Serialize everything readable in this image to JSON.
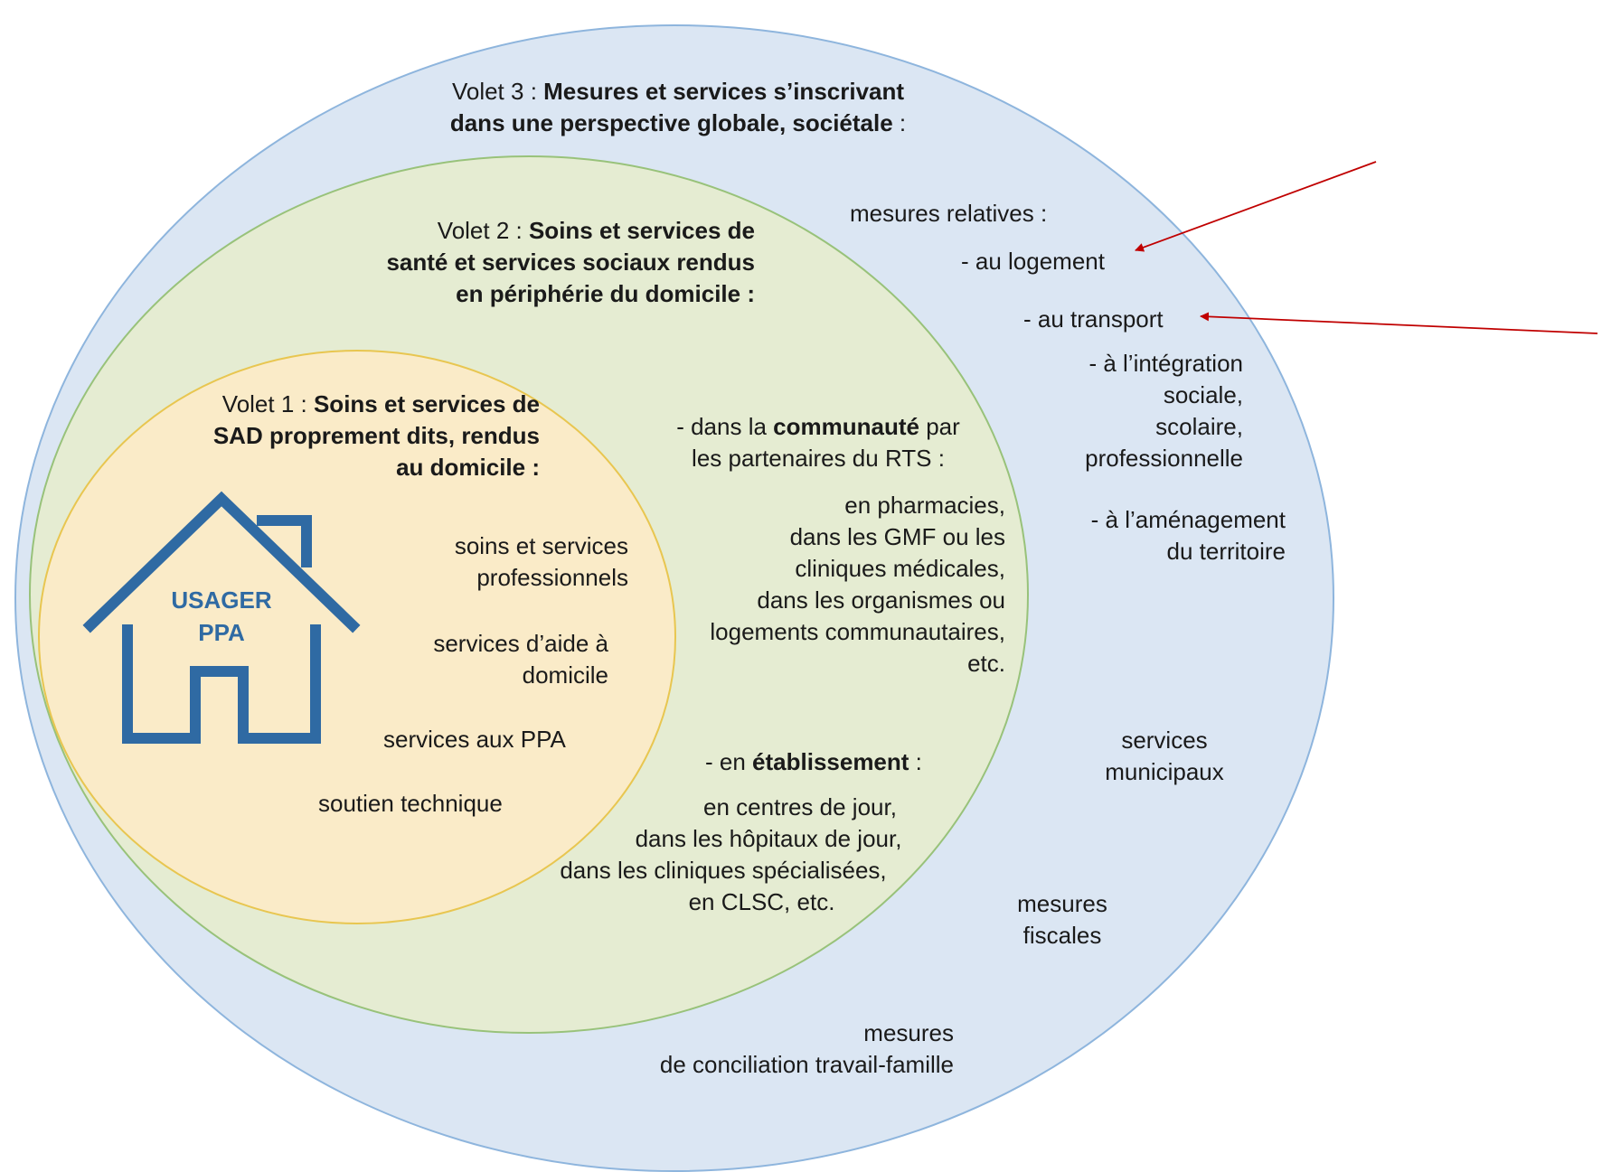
{
  "colors": {
    "outer_fill": "#dbe6f3",
    "outer_stroke": "#8eb5dd",
    "middle_fill": "#e5ecd2",
    "middle_stroke": "#98c27a",
    "inner_fill": "#faebc8",
    "inner_stroke": "#e8c650",
    "house": "#2f6aa3",
    "arrow": "#c00000"
  },
  "icons": {
    "house": "house-icon",
    "arrow": "arrow-icon"
  },
  "volet3": {
    "title_prefix": "Volet 3 : ",
    "title_bold": "Mesures et services s’inscrivant dans une perspective globale, sociétale",
    "title_suffix": " :",
    "line1_plain": "Volet 3 : ",
    "line1_bold": "Mesures et services s’inscrivant",
    "line2_bold": "dans une perspective globale, sociétale",
    "line2_plain": " :",
    "mesures_relatives": "mesures relatives :",
    "logement": "- au logement",
    "transport": "- au transport",
    "integration": [
      "- à l’intégration",
      "sociale,",
      "scolaire,",
      "professionnelle"
    ],
    "amenagement": [
      "- à l’aménagement",
      "du territoire"
    ],
    "services_municipaux": [
      "services",
      "municipaux"
    ],
    "mesures_fiscales": [
      "mesures",
      "fiscales"
    ],
    "conciliation": [
      "mesures",
      "de conciliation travail-famille"
    ]
  },
  "volet2": {
    "line1_plain": "Volet 2 : ",
    "line1_bold": "Soins et services de",
    "line2_bold": "santé et services sociaux rendus",
    "line3_bold": "en périphérie du domicile :",
    "communaute_prefix": "- dans la ",
    "communaute_bold": "communauté",
    "communaute_suffix": " par",
    "communaute_line2": "les partenaires du RTS :",
    "communaute_items": [
      "en pharmacies,",
      "dans les GMF ou les",
      "cliniques médicales,",
      "dans les organismes ou",
      "logements communautaires,",
      "etc."
    ],
    "etablissement_prefix": "- en ",
    "etablissement_bold": "établissement",
    "etablissement_suffix": " :",
    "etablissement_items": [
      "en centres de jour,",
      "dans les hôpitaux de jour,",
      "dans les cliniques spécialisées,",
      "en CLSC, etc."
    ]
  },
  "volet1": {
    "line1_plain": "Volet 1 : ",
    "line1_bold": "Soins et services de",
    "line2_bold": "SAD proprement dits, rendus",
    "line3_bold": "au domicile :",
    "items": {
      "soins_pro": [
        "soins et services",
        "professionnels"
      ],
      "aide_domicile": [
        "services d’aide à",
        "domicile"
      ],
      "services_ppa": "services aux PPA",
      "soutien": "soutien technique"
    },
    "usager": [
      "USAGER",
      "PPA"
    ]
  }
}
